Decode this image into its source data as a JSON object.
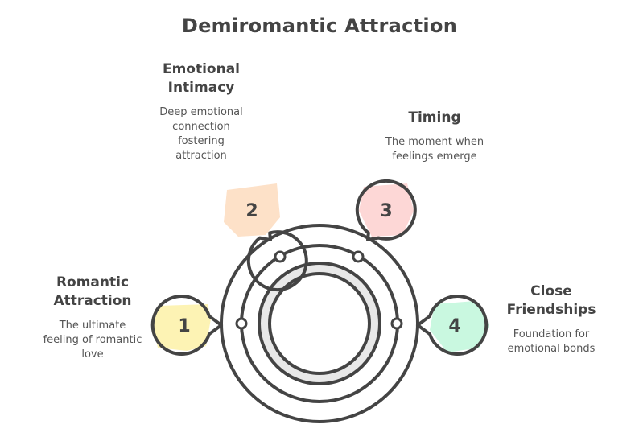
{
  "title": "Demiromantic Attraction",
  "colors": {
    "stroke": "#444444",
    "item1": "#fdf3b4",
    "item2": "#fde1c8",
    "item3": "#fdd7d6",
    "item4": "#c9f8e0",
    "band": "#e8e8e8"
  },
  "items": [
    {
      "number": "1",
      "heading_line1": "Romantic",
      "heading_line2": "Attraction",
      "description": [
        "The ultimate",
        "feeling of romantic",
        "love"
      ]
    },
    {
      "number": "2",
      "heading_line1": "Emotional",
      "heading_line2": "Intimacy",
      "description": [
        "Deep emotional",
        "connection",
        "fostering",
        "attraction"
      ]
    },
    {
      "number": "3",
      "heading_line1": "Timing",
      "heading_line2": "",
      "description": [
        "The moment when",
        "feelings emerge"
      ]
    },
    {
      "number": "4",
      "heading_line1": "Close",
      "heading_line2": "Friendships",
      "description": [
        "Foundation for",
        "emotional bonds"
      ]
    }
  ]
}
